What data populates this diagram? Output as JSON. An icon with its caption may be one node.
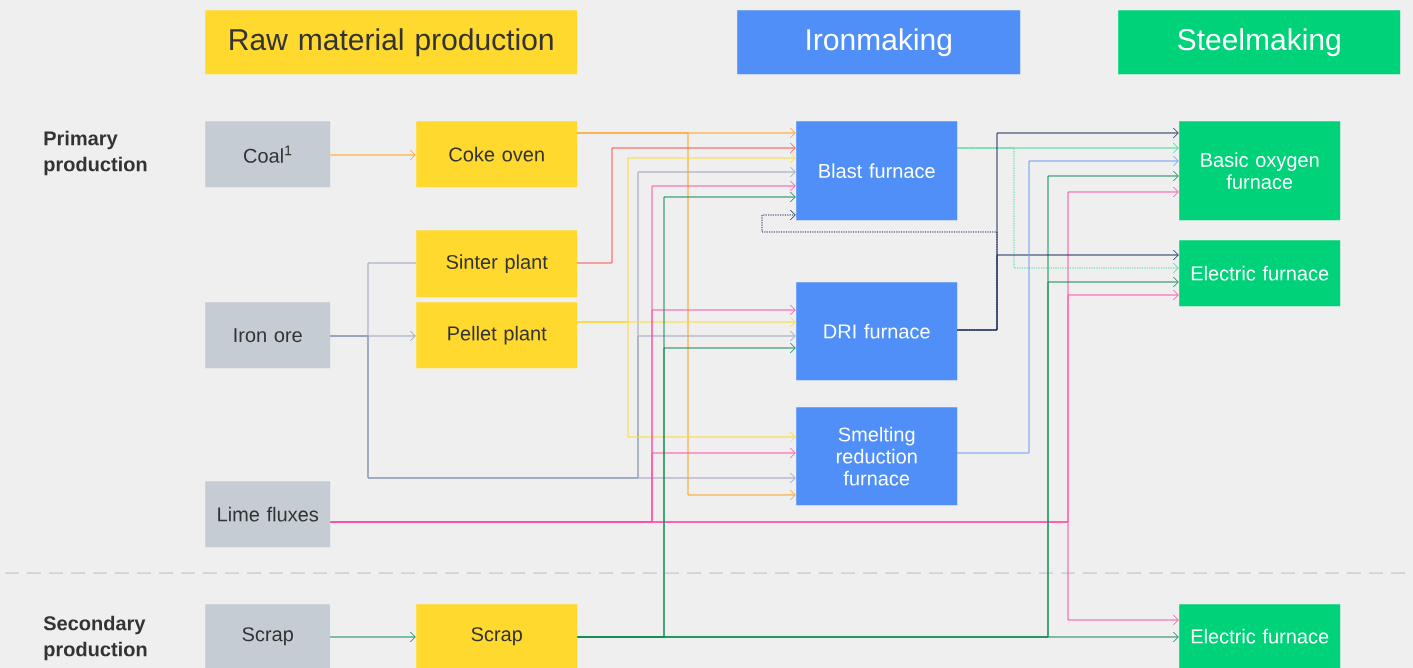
{
  "diagram": {
    "nodes": [
      {
        "text": [
          "Raw material production"
        ]
      },
      {
        "text": [
          "Ironmaking"
        ]
      },
      {
        "text": [
          "Steelmaking"
        ]
      },
      {
        "text": [
          "Coal$^{1}$"
        ]
      },
      {
        "text": [
          "Coke oven"
        ]
      },
      {
        "text": [
          "Sinter plant"
        ]
      },
      {
        "text": [
          "Pellet plant"
        ]
      },
      {
        "text": [
          "Iron ore"
        ]
      },
      {
        "text": [
          "Lime fluxes"
        ]
      },
      {
        "text": [
          "Scrap"
        ]
      },
      {
        "text": [
          "Scrap"
        ]
      },
      {
        "text": [
          "Blast furnace"
        ]
      },
      {
        "text": [
          "DRI furnace"
        ]
      },
      {
        "text": [
          "Smelting reduction furnace"
        ]
      },
      {
        "text": [
          "Basic oxygen furnace"
        ]
      },
      {
        "text": [
          "Electric furnace"
        ]
      },
      {
        "text": [
          "Electric furnace"
        ]
      }
    ],
    "edges": [
      {
        "from": 3,
        "to": 4,
        "arrow": "to",
        "color": "#ff9f1c"
      },
      {
        "from": 7,
        "to": 6,
        "arrow": "to",
        "color": "#98a2b8"
      },
      {
        "from": 7,
        "to": 5,
        "arrow": "none",
        "color": "#98a2b8"
      },
      {
        "from": 7,
        "to": 13,
        "arrow": "to",
        "color": "#98a2b8"
      },
      {
        "from": 7,
        "to": 11,
        "arrow": "to",
        "color": "#98a2b8"
      },
      {
        "from": 7,
        "to": 12,
        "arrow": "to",
        "color": "#98a2b8"
      },
      {
        "from": 4,
        "to": 11,
        "arrow": "to",
        "color": "#ff9f1c"
      },
      {
        "from": 4,
        "to": 13,
        "arrow": "to",
        "color": "#ff9f1c"
      },
      {
        "from": 5,
        "to": 11,
        "arrow": "to",
        "color": "#ff4d4d"
      },
      {
        "from": 6,
        "to": 12,
        "arrow": "to",
        "color": "#ffd92e"
      },
      {
        "from": 6,
        "to": 11,
        "arrow": "to",
        "color": "#ffd92e"
      },
      {
        "from": 6,
        "to": 13,
        "arrow": "to",
        "color": "#ffd92e"
      },
      {
        "from": 8,
        "to": 11,
        "arrow": "to",
        "color": "#ff4fa3"
      },
      {
        "from": 8,
        "to": 12,
        "arrow": "to",
        "color": "#ff4fa3"
      },
      {
        "from": 8,
        "to": 13,
        "arrow": "to",
        "color": "#ff4fa3"
      },
      {
        "from": 8,
        "to": 14,
        "arrow": "to",
        "color": "#ff4fa3"
      },
      {
        "from": 8,
        "to": 15,
        "arrow": "to",
        "color": "#ff4fa3"
      },
      {
        "from": 8,
        "to": 16,
        "arrow": "to",
        "color": "#ff4fa3"
      },
      {
        "from": 9,
        "to": 10,
        "arrow": "to",
        "color": "#0e8a55"
      },
      {
        "from": 10,
        "to": 11,
        "arrow": "to",
        "color": "#0e8a55"
      },
      {
        "from": 10,
        "to": 12,
        "arrow": "to",
        "color": "#0e8a55"
      },
      {
        "from": 10,
        "to": 16,
        "arrow": "to",
        "color": "#0e8a55"
      },
      {
        "from": 10,
        "to": 14,
        "arrow": "to",
        "color": "#0e8a55"
      },
      {
        "from": 10,
        "to": 15,
        "arrow": "to",
        "color": "#0e8a55"
      },
      {
        "from": 11,
        "to": 14,
        "arrow": "to",
        "color": "#3ddc97"
      },
      {
        "from": 11,
        "to": 15,
        "arrow": "to",
        "style": "dashed",
        "color": "#3ddc97"
      },
      {
        "from": 12,
        "to": 14,
        "arrow": "to",
        "color": "#1e2d5a"
      },
      {
        "from": 12,
        "to": 15,
        "arrow": "to",
        "color": "#1e2d5a"
      },
      {
        "from": 12,
        "to": 11,
        "arrow": "to",
        "style": "dashed",
        "color": "#1e2d5a"
      },
      {
        "from": 13,
        "to": 14,
        "arrow": "to",
        "color": "#6b9cf0"
      }
    ],
    "labels": [
      "Primary production",
      "Secondary production"
    ]
  }
}
